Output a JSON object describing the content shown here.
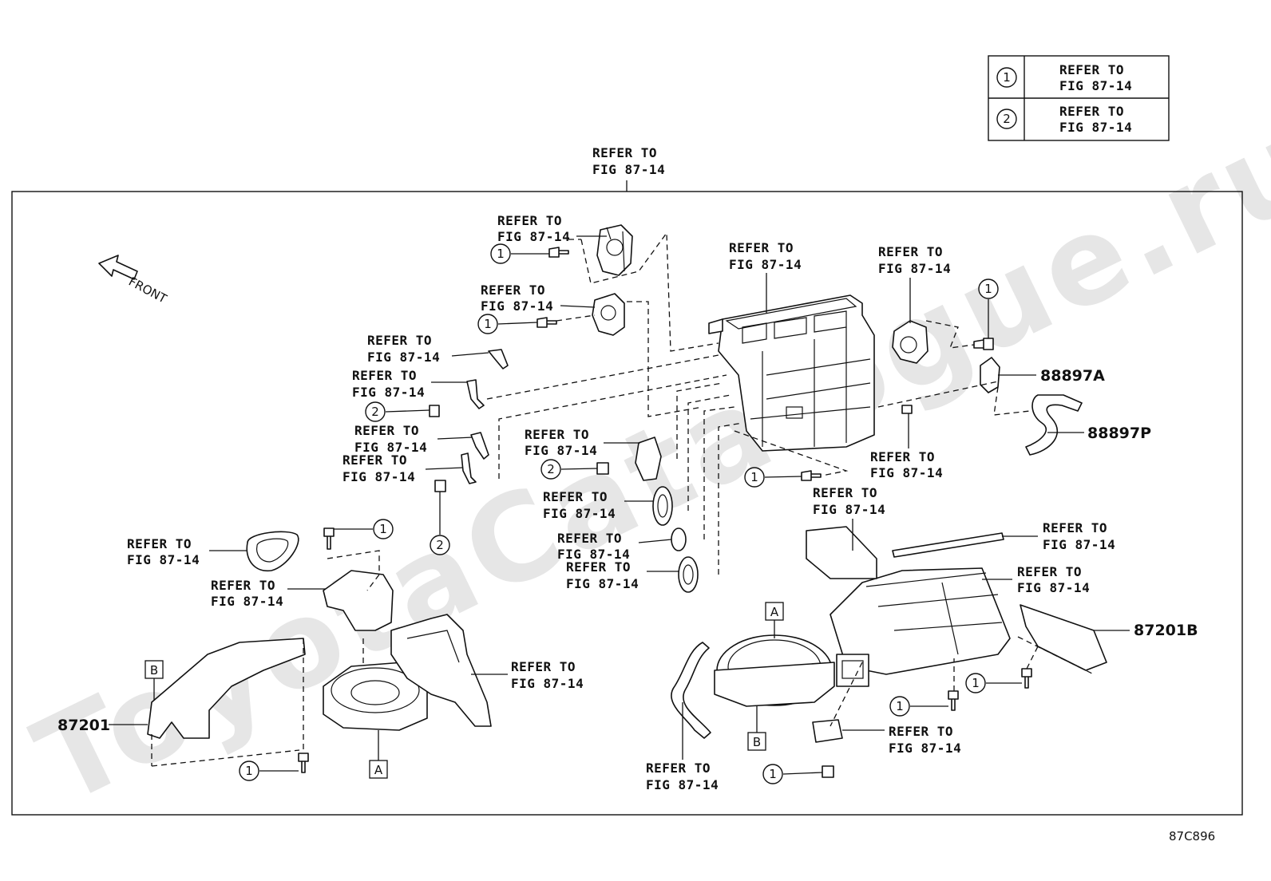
{
  "watermark": "ToyotaCatalogue.ru",
  "legend": [
    {
      "symbol": "1",
      "line1": "REFER TO",
      "line2": "FIG 87-14"
    },
    {
      "symbol": "2",
      "line1": "REFER TO",
      "line2": "FIG 87-14"
    }
  ],
  "refer_line1": "REFER TO",
  "refer_line2": "FIG 87-14",
  "front_label": "FRONT",
  "part_numbers": {
    "p88897A": "88897A",
    "p88897P": "88897P",
    "p87201B": "87201B",
    "p87201": "87201"
  },
  "markers": {
    "A": "A",
    "B": "B"
  },
  "callout_1": "1",
  "callout_2": "2",
  "figure_code": "87C896"
}
